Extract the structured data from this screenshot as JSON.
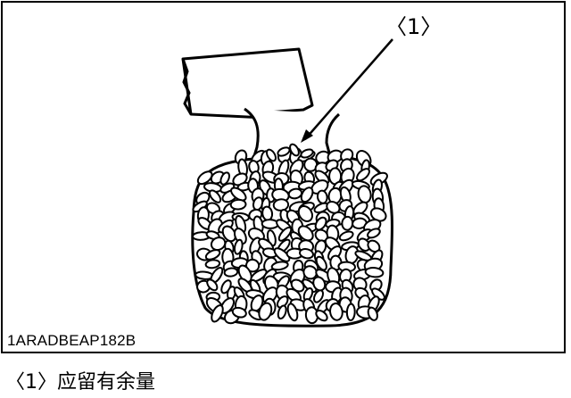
{
  "figure": {
    "callout_label": "〈1〉",
    "figure_code": "1ARADBEAP182B"
  },
  "caption": {
    "text": "〈1〉应留有余量"
  }
}
